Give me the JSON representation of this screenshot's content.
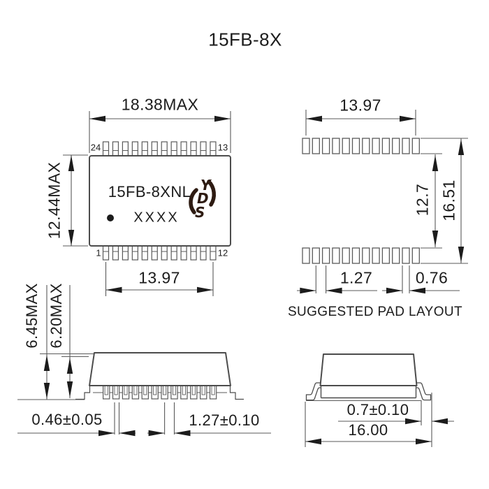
{
  "title": "15FB-8X",
  "package_view": {
    "part_number": "15FB-8XNL",
    "marking": "XXXX",
    "pins_per_side": 12,
    "pin_top_left": "24",
    "pin_top_right": "13",
    "pin_bottom_left": "1",
    "pin_bottom_right": "12",
    "dim_overall_width": "18.38MAX",
    "dim_overall_height": "12.44MAX",
    "dim_pin_span": "13.97"
  },
  "pad_layout": {
    "caption": "SUGGESTED PAD LAYOUT",
    "pads_per_row": 12,
    "dim_pad_span": "13.97",
    "dim_inner_height": "12.7",
    "dim_outer_height": "16.51",
    "dim_pad_pitch": "1.27",
    "dim_pad_width": "0.76"
  },
  "side_view": {
    "leads_per_side": 12,
    "dim_overall_height": "6.45MAX",
    "dim_body_height": "6.20MAX",
    "dim_lead_width": "0.46±0.05",
    "dim_lead_pitch": "1.27±0.10"
  },
  "end_view": {
    "dim_foot_length": "0.7±0.10",
    "dim_lead_span": "16.00"
  },
  "colors": {
    "line": "#5a5a5a",
    "text": "#1c1c1c",
    "logo": "#2e1b12"
  }
}
